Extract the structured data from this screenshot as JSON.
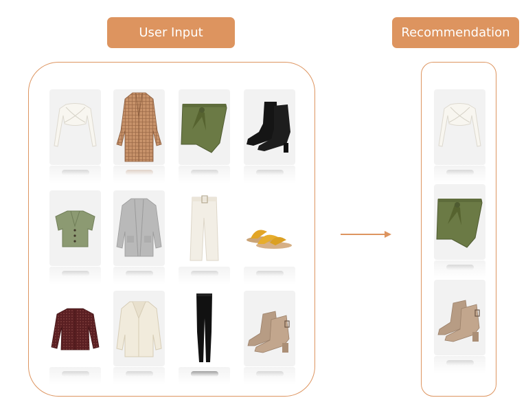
{
  "labels": {
    "user_input": "User Input",
    "recommendation": "Recommendation"
  },
  "colors": {
    "accent": "#dd945f",
    "card_background": "#f2f2f2"
  },
  "user_input_items": [
    [
      "white-wrap-crop-top",
      "plaid-long-coat",
      "olive-wrap-skirt",
      "black-ankle-boots"
    ],
    [
      "sage-short-sleeve-cardigan",
      "grey-long-cardigan",
      "white-belted-trousers",
      "yellow-toe-loop-sandals"
    ],
    [
      "burgundy-print-blouse",
      "cream-teddy-coat",
      "black-skinny-jeans",
      "tan-peep-toe-boots"
    ]
  ],
  "recommendation_items": [
    "white-wrap-crop-top",
    "olive-wrap-skirt",
    "tan-peep-toe-boots"
  ]
}
